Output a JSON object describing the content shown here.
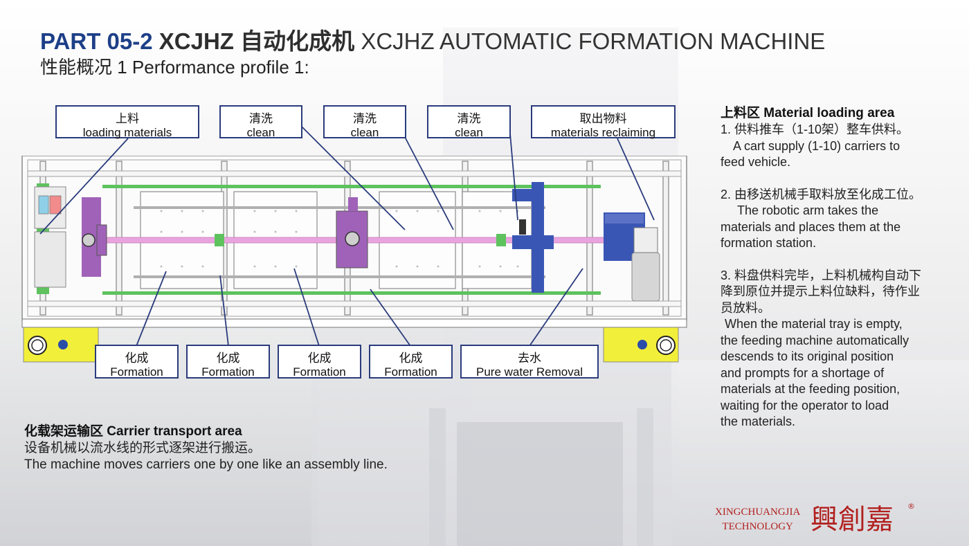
{
  "header": {
    "part": "PART 05-2",
    "model_zh": "XCJHZ 自动化成机",
    "model_en": "XCJHZ AUTOMATIC FORMATION MACHINE",
    "subtitle": "性能概况 1  Performance profile 1:"
  },
  "callouts_top": [
    {
      "zh": "上料",
      "en": "loading materials"
    },
    {
      "zh": "清洗",
      "en": "clean"
    },
    {
      "zh": "清洗",
      "en": "clean"
    },
    {
      "zh": "清洗",
      "en": "clean"
    },
    {
      "zh": "取出物料",
      "en": "materials reclaiming"
    }
  ],
  "callouts_bottom": [
    {
      "zh": "化成",
      "en": "Formation"
    },
    {
      "zh": "化成",
      "en": "Formation"
    },
    {
      "zh": "化成",
      "en": "Formation"
    },
    {
      "zh": "化成",
      "en": "Formation"
    },
    {
      "zh": "去水",
      "en": "Pure water Removal"
    }
  ],
  "loading_area": {
    "title": "上料区 Material loading area",
    "items": [
      [
        "1. 供料推车（1-10架）整车供料。",
        "A cart supply (1-10) carriers to",
        "feed vehicle."
      ],
      [
        "2. 由移送机械手取料放至化成工位。",
        "The robotic arm takes the",
        "materials and places them at the",
        "formation station."
      ],
      [
        "3. 料盘供料完毕，上料机械构自动下",
        "降到原位并提示上料位缺料，待作业",
        "员放料。",
        "When the material tray is empty,",
        "the feeding machine automatically",
        "descends to its original position",
        "and prompts for a shortage of",
        "materials at the feeding position,",
        "waiting for the operator to load",
        "the materials."
      ]
    ]
  },
  "carrier_area": {
    "title": "化载架运输区 Carrier transport area",
    "zh": "设备机械以流水线的形式逐架进行搬运。",
    "en": "The machine moves carriers one by one like an assembly line."
  },
  "brand": {
    "name": "XINGCHUANGJIA",
    "sub": "TECHNOLOGY",
    "logo_text": "興創嘉",
    "registered": "®",
    "color": "#b1201f"
  },
  "colors": {
    "title_blue": "#1d3f88",
    "callout_border": "#2a3b7c",
    "machine_blue": "#3a56b5",
    "machine_purple": "#a062b8",
    "rail_green": "#5ec25e",
    "shaft_pink": "#e9a4de",
    "foot_yellow": "#f2ef3a"
  }
}
